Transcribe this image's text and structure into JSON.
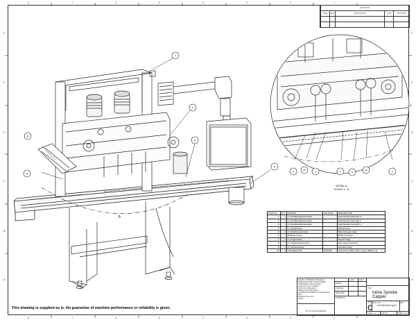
{
  "drawing": {
    "title": "Inline Spindle Capper",
    "dwg_no": "InlineSpindleCapper",
    "size": "C",
    "rev": "",
    "scale_label": "SCALE: 1:1",
    "weight_label": "WEIGHT:",
    "sheet_label": "SHEET 1 OF 1",
    "title_label": "TITLE:",
    "size_label": "SIZE",
    "dwg_no_label": "DWG. NO.",
    "rev_label": "REV",
    "disclaimer": "This drawing is supplied as is. No guarantee of machine performance or reliability is given."
  },
  "border": {
    "top_zones": [
      "8",
      "7",
      "6",
      "5",
      "4",
      "3",
      "2",
      "1"
    ],
    "side_zones": [
      "F",
      "E",
      "D",
      "C",
      "B",
      "A"
    ]
  },
  "revisions": {
    "title": "REVISIONS",
    "headers": [
      "ZONE",
      "REV.",
      "DESCRIPTION",
      "DATE",
      "APPROVED"
    ]
  },
  "detail": {
    "name": "DETAIL A",
    "scale": "SCALE 1 : 6",
    "section_letter": "A",
    "balloons": [
      "3",
      "10",
      "2",
      "2",
      "9",
      "10",
      "1"
    ]
  },
  "main_view": {
    "balloons": [
      "7",
      "4",
      "5",
      "8",
      "6",
      "6"
    ]
  },
  "bom": {
    "headers": [
      "ITEM NO.",
      "QTY.",
      "PARTNO",
      "VENDOR",
      "DESCRIPTION"
    ],
    "rows": [
      {
        "item": "1",
        "qty": "1",
        "part": "O_DualSpindleAssembly3",
        "vendor": "",
        "desc": "Dual Spindle Assembly 3"
      },
      {
        "item": "2",
        "qty": "1",
        "part": "O_DualSpindleAssembly2",
        "vendor": "",
        "desc": "Dual Spindle Assembly 2"
      },
      {
        "item": "3",
        "qty": "1",
        "part": "O_DualSpindleAssembly1",
        "vendor": "",
        "desc": "Dual Spindle Assembly 1"
      },
      {
        "item": "4",
        "qty": "1",
        "part": "O_LiftingFrame",
        "vendor": "",
        "desc": "Lifting Frame"
      },
      {
        "item": "5",
        "qty": "2",
        "part": "O_SideConveyorAssy",
        "vendor": "",
        "desc": "Side Conveyor Assy"
      },
      {
        "item": "6",
        "qty": "1",
        "part": "BottleConveyor",
        "vendor": "",
        "desc": "Bottle Conveyor"
      },
      {
        "item": "7",
        "qty": "1",
        "part": "O_SupportAssy",
        "vendor": "",
        "desc": "Support Assy"
      },
      {
        "item": "8",
        "qty": "1",
        "part": "O_CapInfeedAssembly",
        "vendor": "",
        "desc": "Cap Infeed Assembly"
      },
      {
        "item": "9",
        "qty": "1",
        "part": "O_TensionerAssy",
        "vendor": "",
        "desc": "Tensioner Assy"
      },
      {
        "item": "10",
        "qty": "2",
        "part": "TimingBelt-250",
        "vendor": "MISUMI",
        "desc": "Timing belt, 5MM, 25mm wide, 4000mm lg"
      }
    ]
  },
  "title_block": {
    "notes_header": "UNLESS OTHERWISE SPECIFIED:",
    "notes": [
      "DIMENSIONS ARE IN MILLIMETERS",
      "TOLERANCES: FRACTIONAL ±",
      "ANGULAR: MACH ± BEND ±",
      "TWO PLACE DECIMAL ±",
      "THREE PLACE DECIMAL ±"
    ],
    "interpret": "INTERPRET GEOMETRIC TOLERANCING PER:",
    "material_label": "MATERIAL",
    "material": "Steel AISI",
    "finish_label": "FINISH",
    "do_not_scale": "DO NOT SCALE DRAWING",
    "sign_headers": [
      "",
      "NAME",
      "DATE"
    ],
    "sign_rows": [
      "DRAWN",
      "CHECKED",
      "APPROVED",
      "COMMENTS:"
    ]
  }
}
